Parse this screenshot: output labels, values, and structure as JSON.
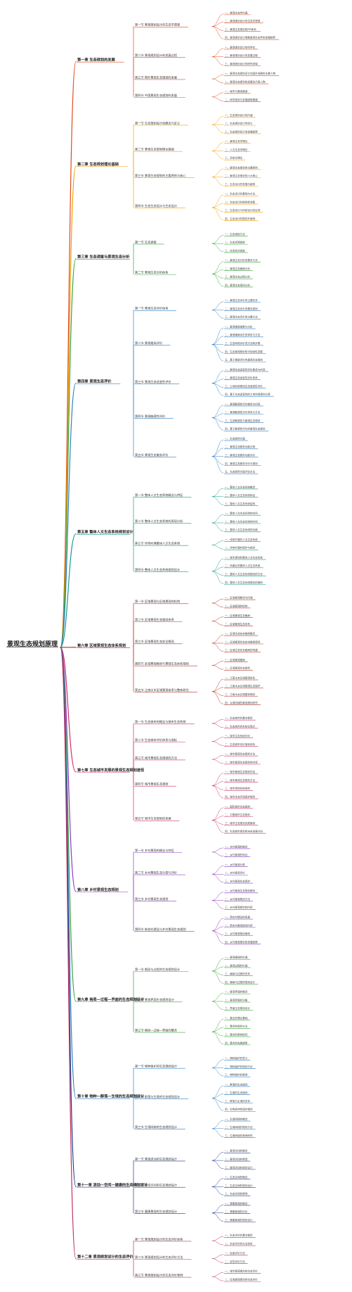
{
  "root": "景观生态规划原理",
  "chapters": [
    {
      "title": "第一章  生态规划的发展",
      "color": "#e04a1c",
      "sections": [
        {
          "title": "第一节  景观规划设计的生态学透视",
          "leaves": [
            "一、景观生态学内涵",
            "二、景观规划设计的生态学透视",
            "三、景观生态规划的PM体系",
            "四、景观规划设计离散景观生态学的发展趋势"
          ]
        },
        {
          "title": "第二节  景观规划设计的发展过程",
          "leaves": [
            "一、景观规划设计的科学化",
            "二、景观规划设计的发展过程",
            "三、景观规划设计的研究领域"
          ]
        },
        {
          "title": "第三节  国外景观生态规划的发展",
          "leaves": [
            "一、景观生态规划设计在国外发展的主要人物",
            "二、景观生态规划的发展及代表人物"
          ]
        },
        {
          "title": "第四节  中国景观生态规划的发展",
          "leaves": [
            "一、城市与景观营造",
            "二、研究现状与发展趋势展望"
          ]
        }
      ]
    },
    {
      "title": "第二章  生态规划理论基础",
      "color": "#f0a000",
      "sections": [
        {
          "title": "第一节  生态规划设计机概念与定义",
          "leaves": [
            "一、生态规划设计的内涵",
            "二、生态规划设计的定义",
            "三、生态规划设计的发展趋势"
          ]
        },
        {
          "title": "第二节  景观生态规划理论基础",
          "leaves": [
            "一、景观生态学理论",
            "二、人文生态学理论",
            "三、系统论理论"
          ]
        },
        {
          "title": "第三节  景观生态规划的主要原则与核心",
          "leaves": [
            "一、景观生态规划的主要原则",
            "二、景观生态规划的六大核心",
            "三、生态设计的发展与趋势"
          ]
        },
        {
          "title": "第四节  生态生态设计与生态设计",
          "leaves": [
            "一、生态设计的基础与方法",
            "二、生态设计的原则和流程",
            "三、生态设计与传统设计的区别",
            "四、生态设计的国内外案例"
          ]
        }
      ]
    },
    {
      "title": "第三章  生态调查与景观生态分析",
      "color": "#3aa33a",
      "sections": [
        {
          "title": "第一节  生态调查",
          "leaves": [
            "一、生态调查方法",
            "二、生态资源调查",
            "三、社会经济调查"
          ]
        },
        {
          "title": "第二节  景观生态分析体系",
          "leaves": [
            "一、景观生态分析的基本方法",
            "二、景观生态格局分析",
            "三、景观生态过程分析",
            "四、景观生态演化分析"
          ]
        }
      ]
    },
    {
      "title": "第四章  景观生态评价",
      "color": "#2f7fc4",
      "sections": [
        {
          "title": "第一节  景观生态评价体系",
          "leaves": [
            "一、景观生态评价的主要任务",
            "二、景观生态评价的基本原则",
            "三、景观生态评价的主要方法"
          ]
        },
        {
          "title": "第二节  景观格局评价",
          "leaves": [
            "一、景观格局指数与分析",
            "二、景观格局评价的体系与方法",
            "三、生态网络评价的方法和步骤",
            "四、生态景观规划的可持续性发展",
            "五、基于格局评价的景观生态规划"
          ]
        },
        {
          "title": "第三节  景观生态适宜性评价",
          "leaves": [
            "一、景观生态适宜性评价概念与内容",
            "二、景观生态适宜性评价体系",
            "三、土地利用规划生态适宜性评价",
            "四、基于生态适宜性的土地利用规划方案"
          ]
        },
        {
          "title": "第四节  景观敏感性评价",
          "leaves": [
            "一、景观敏感性评价概念与内容",
            "二、景观敏感性评价体系与方法",
            "三、生态敏感性与景观生态规划",
            "四、基于敏感性评价的景观生态规划"
          ]
        },
        {
          "title": "第五节  景观生态服务评价",
          "leaves": [
            "一、生态服务价值",
            "二、景观生态服务功能分类",
            "三、景观生态服务功能评价",
            "四、景观生态服务评价与规划",
            "五、生态服务价值评估方法"
          ]
        }
      ]
    },
    {
      "title": "第五章  整体人文生态系统规划设计",
      "color": "#1a9a8a",
      "sections": [
        {
          "title": "第一节  整体人文生态系统概念与特征",
          "leaves": [
            "一、整体人文生态系统概念",
            "二、整体人文生态系统特征",
            "三、整体人文生态系统结构"
          ]
        },
        {
          "title": "第二节  整体人文生态系统的表现分析",
          "leaves": [
            "一、整体人文生态系统的空间",
            "二、整体人文生态系统的时间",
            "三、整体人文生态系统的功能"
          ]
        },
        {
          "title": "第三节  传统村落整体人文生态系统",
          "leaves": [
            "一、传统村落的人文生态系统",
            "二、传统村落的保护与规划"
          ]
        },
        {
          "title": "第四节  整体人文生态系统规划设计",
          "leaves": [
            "一、城市规划的整体人文生态系统",
            "二、风景区的整体人文生态系统",
            "三、整体人文生态系统规划的方法",
            "四、整体人文生态系统规划的案例"
          ]
        }
      ]
    },
    {
      "title": "第六章  区域景观生态体系规划",
      "color": "#b8342a",
      "sections": [
        {
          "title": "第一节  区域景观与区域景观的机构",
          "leaves": [
            "一、区域景观概念与内涵",
            "二、区域景观的机构"
          ]
        },
        {
          "title": "第二节  区域景观生态格局体系",
          "leaves": [
            "一、区域景观生态格局",
            "二、区域景观生态体系"
          ]
        },
        {
          "title": "第三节  区域景观生态安全格局",
          "leaves": [
            "一、区域生态安全格局概念",
            "二、区域景观生态安全格局规划",
            "三、区域生态安全格局的构建"
          ]
        },
        {
          "title": "第四节  区域景观格局与景观生态体系规划",
          "leaves": [
            "一、区域景观格局",
            "二、区域景观生态规划"
          ]
        },
        {
          "title": "第五节  江南水乡区域景观体系与整体研究",
          "leaves": [
            "一、江南水乡区域景观体系",
            "二、江南水乡区域景观生态保护",
            "三、江南水乡区域整体规划",
            "四、太湖流域的景观规划研究"
          ]
        }
      ]
    },
    {
      "title": "第七章  生态城市发展的景观生态规划途径",
      "color": "#d0306a",
      "sections": [
        {
          "title": "第一节  生态城市的概念与城市生态系统",
          "leaves": [
            "一、生态城市的基本概念",
            "二、生态城市的系统论观点"
          ]
        },
        {
          "title": "第二节  生态城市评价体系与指标",
          "leaves": [
            "一、城市生态系统评价",
            "二、生态城市评价指标体系"
          ]
        },
        {
          "title": "第三节  城市景观生态规划的方法",
          "leaves": [
            "一、城市景观生态规划方法",
            "二、城市景观生态规划的内容"
          ]
        },
        {
          "title": "第四节  城市景观生态规划",
          "leaves": [
            "一、城市景观生态规划内容",
            "二、城市景观生态规划方法",
            "三、城市绿地系统规划",
            "四、城市生态环境保护规划"
          ]
        },
        {
          "title": "第五节  城市生态规划的发展",
          "leaves": [
            "一、国际城市生态规划",
            "二、中国城市生态规划",
            "三、城市生态规划实践案例",
            "四、生态城市规划的未来发展方向"
          ]
        }
      ]
    },
    {
      "title": "第八章  乡村景观生态规划",
      "color": "#8a3ac0",
      "sections": [
        {
          "title": "第一节  乡村景观的概念与特征",
          "leaves": [
            "一、乡村景观的概念",
            "二、乡村景观的特征"
          ]
        },
        {
          "title": "第二节  乡村景观生态分类与评价",
          "leaves": [
            "一、乡村景观分类",
            "二、乡村景观评价",
            "三、乡村景观生态保护"
          ]
        },
        {
          "title": "第三节  乡村景观生态规划",
          "leaves": [
            "一、乡村景观生态规划原则",
            "二、乡村景观规划方法",
            "三、乡村景观规划的内容"
          ]
        },
        {
          "title": "第四节  新农村建设与乡村景观生态规划",
          "leaves": [
            "一、新农村建设的背景",
            "二、新农村景观规划内容",
            "三、乡村景观规划案例",
            "四、乡村景观规划的发展趋势"
          ]
        }
      ]
    },
    {
      "title": "第九章  格局—过程—界面的生态规划设计",
      "color": "#3aa33a",
      "sections": [
        {
          "title": "第一节  格局与过程的生态规划设计",
          "leaves": [
            "一、景观格局的内涵",
            "二、景观过程的内涵",
            "三、格局与过程的关系",
            "四、格局与过程的规划设计"
          ]
        },
        {
          "title": "第二节  景观界面生态规划设计",
          "leaves": [
            "一、景观界面的概念",
            "二、景观界面的功能",
            "三、界面生态规划设计"
          ]
        },
        {
          "title": "第三节  格局—过程—界面的整合",
          "leaves": [
            "一、整合的理论基础",
            "二、整合的规划方法",
            "三、整合的案例研究",
            "四、整合的发展趋势"
          ]
        }
      ]
    },
    {
      "title": "第十章  物种—群落—生境的生态规划设计",
      "color": "#2f7fc4",
      "sections": [
        {
          "title": "第一节  物种保护的生态规划设计",
          "leaves": [
            "一、物种保护的意义",
            "二、物种保护的规划方法",
            "三、物种保护的案例"
          ]
        },
        {
          "title": "第二节  群落与生境的生态规划设计",
          "leaves": [
            "一、群落的生态规划",
            "二、生境的生态规划",
            "三、群落与生境的关系",
            "四、生物多样性保护规划"
          ]
        },
        {
          "title": "第三节  生境网络的生态规划设计",
          "leaves": [
            "一、生境网络的概念",
            "二、生境网络的规划方法",
            "三、生境网络的案例研究"
          ]
        }
      ]
    },
    {
      "title": "第十一章  流动—空间—健康的生态规划设计",
      "color": "#1a3a8a",
      "sections": [
        {
          "title": "第一节  景观流动的生态规划设计",
          "leaves": [
            "一、景观流动的概念",
            "二、景观流动的类型",
            "三、景观流动的规划设计"
          ]
        },
        {
          "title": "第二节  生态空间的生态规划设计",
          "leaves": [
            "一、生态空间的概念",
            "二、生态空间的规划设计",
            "三、生态空间的案例"
          ]
        },
        {
          "title": "第三节  健康景观的生态规划设计",
          "leaves": [
            "一、健康景观的概念",
            "二、健康景观的评价",
            "三、健康景观的规划设计"
          ]
        }
      ]
    },
    {
      "title": "第十二章  景观规划设计的生态评价",
      "color": "#c03060",
      "sections": [
        {
          "title": "第一节  景观规划设计的生态评价体系",
          "leaves": [
            "一、生态评价的基本概念",
            "二、生态评价的方法体系"
          ]
        },
        {
          "title": "第二节  景观规划设计的生态评价方法",
          "leaves": [
            "一、定量评价方法",
            "二、定性评价方法"
          ]
        },
        {
          "title": "第三节  景观规划设计的生态评价案例",
          "leaves": [
            "一、城市景观规划的生态评价",
            "二、区域景观规划的生态评价"
          ]
        }
      ]
    }
  ]
}
